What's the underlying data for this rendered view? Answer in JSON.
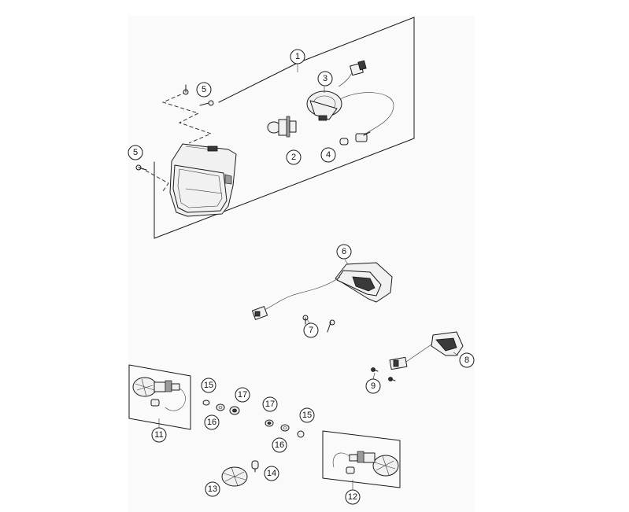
{
  "callouts": [
    {
      "id": "c1",
      "label": "1"
    },
    {
      "id": "c2",
      "label": "2"
    },
    {
      "id": "c3",
      "label": "3"
    },
    {
      "id": "c4",
      "label": "4"
    },
    {
      "id": "c5a",
      "label": "5"
    },
    {
      "id": "c5b",
      "label": "5"
    },
    {
      "id": "c6",
      "label": "6"
    },
    {
      "id": "c7",
      "label": "7"
    },
    {
      "id": "c8",
      "label": "8"
    },
    {
      "id": "c9",
      "label": "9"
    },
    {
      "id": "c11",
      "label": "11"
    },
    {
      "id": "c12",
      "label": "12"
    },
    {
      "id": "c13",
      "label": "13"
    },
    {
      "id": "c14",
      "label": "14"
    },
    {
      "id": "c15a",
      "label": "15"
    },
    {
      "id": "c15b",
      "label": "15"
    },
    {
      "id": "c16a",
      "label": "16"
    },
    {
      "id": "c16b",
      "label": "16"
    },
    {
      "id": "c17a",
      "label": "17"
    },
    {
      "id": "c17b",
      "label": "17"
    }
  ],
  "colors": {
    "line": "#1a1a1a",
    "sheet": "#fafafa",
    "background": "#ffffff"
  }
}
